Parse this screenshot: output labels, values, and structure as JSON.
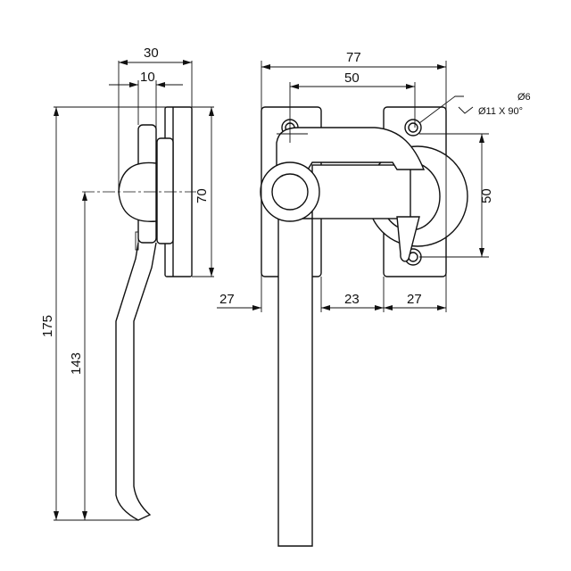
{
  "title": "Lever latch technical drawing",
  "side_view": {
    "dim_width_total": "30",
    "dim_width_handle": "10",
    "dim_plate_height": "70",
    "dim_total_height": "175",
    "dim_axis_height": "143"
  },
  "front_view": {
    "dim_total_width": "77",
    "dim_hole_spacing_horizontal": "50",
    "dim_hole_spacing_vertical": "50",
    "dim_left": "27",
    "dim_middle": "23",
    "dim_right": "27",
    "hole_diameter": "Ø6",
    "countersink": "Ø11 X 90°"
  }
}
